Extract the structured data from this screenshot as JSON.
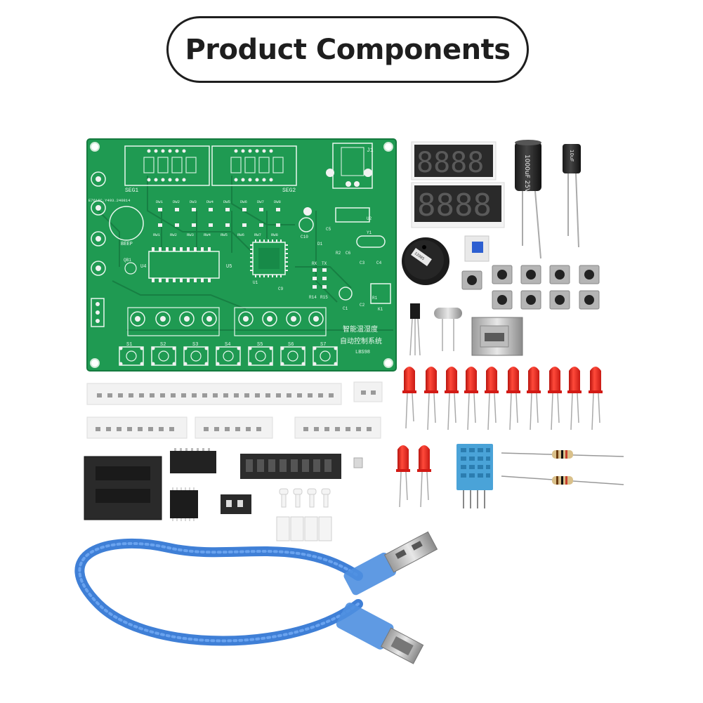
{
  "title": "Product Components",
  "pcb": {
    "labels": {
      "seg1": "SEG1",
      "seg2": "SEG2",
      "j1": "J1",
      "beep": "BEEP",
      "qb1": "QB1",
      "u1": "U1",
      "u2": "U2",
      "u4": "U4",
      "u5": "U5",
      "y1": "Y1",
      "k1": "K1",
      "r1": "R1",
      "r2": "R2",
      "r14": "R14",
      "r15": "R15",
      "c1": "C1",
      "c2": "C2",
      "c3": "C3",
      "c4": "C4",
      "c5": "C5",
      "c6": "C6",
      "c9": "C9",
      "c10": "C10",
      "d1": "D1",
      "rx": "RX",
      "tx": "TX",
      "code": "E7616C.Y493.240814",
      "model": "LBS98",
      "cn_line1": "智能温湿度",
      "cn_line2": "自动控制系统",
      "s_labels": [
        "S1",
        "S2",
        "S3",
        "S4",
        "S5",
        "S6",
        "S7"
      ],
      "dw_labels": [
        "DW1",
        "DW2",
        "DW3",
        "DW4",
        "DW5",
        "DW6",
        "DW7",
        "DW8"
      ],
      "rw_labels": [
        "RW1",
        "RW2",
        "RW3",
        "RW4",
        "RW5",
        "RW6",
        "RW7",
        "RW8"
      ]
    }
  },
  "parts": {
    "cap_large": "1000uF 25V",
    "cap_small": "10uF",
    "buzzer": "12085"
  },
  "colors": {
    "pcb_green": "#1f9a52",
    "pcb_dark": "#147a3e",
    "led_red": "#e8231f",
    "usb_blue": "#3f7fd6",
    "sensor_blue": "#4aa3d8"
  }
}
